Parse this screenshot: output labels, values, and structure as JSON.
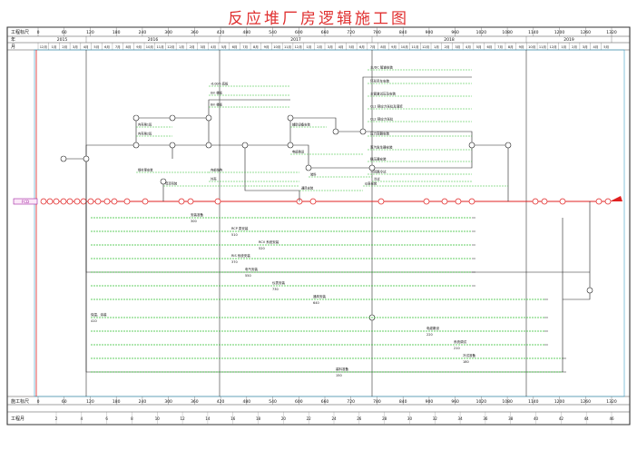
{
  "title": "反应堆厂房逻辑施工图",
  "header": {
    "work_day_label": "工程标尺",
    "year_label": "年",
    "month_label": "月",
    "day_ticks": [
      "0",
      "60",
      "120",
      "180",
      "240",
      "300",
      "360",
      "420",
      "480",
      "540",
      "600",
      "660",
      "720",
      "780",
      "840",
      "900",
      "960",
      "1020",
      "1080",
      "1140",
      "1200",
      "1260",
      "1320"
    ],
    "years": [
      "2015",
      "2016",
      "2017",
      "2018",
      "2019"
    ],
    "months": [
      "12月",
      "1月",
      "2月",
      "3月",
      "4月",
      "5月",
      "6月",
      "7月",
      "8月",
      "9月",
      "10月",
      "11月",
      "12月",
      "1月",
      "2月",
      "3月",
      "4月",
      "5月",
      "6月",
      "7月",
      "8月",
      "9月",
      "10月",
      "11月",
      "12月",
      "1月",
      "2月",
      "3月",
      "4月",
      "5月",
      "6月",
      "7月",
      "8月",
      "9月",
      "10月",
      "11月",
      "12月",
      "1月",
      "2月",
      "3月",
      "4月",
      "5月",
      "6月",
      "7月",
      "8月",
      "9月",
      "10月",
      "11月",
      "12月",
      "1月",
      "2月",
      "3月",
      "4月",
      "5月"
    ]
  },
  "footer": {
    "work_day_label": "施工标尺",
    "quarter_label": "工程月",
    "quarter_ticks": [
      "2",
      "4",
      "6",
      "8",
      "10",
      "12",
      "14",
      "16",
      "18",
      "20",
      "22",
      "24",
      "26",
      "28",
      "30",
      "32",
      "34",
      "36",
      "38",
      "40",
      "42",
      "44",
      "46"
    ]
  },
  "diagram": {
    "start_label": "FCD",
    "top_labels": [
      "主/DC 管道安装",
      "环形吊车安装",
      "主管道试压及安装",
      "CL1 预应力张拉及灌浆",
      "CL2 预应力张拉",
      "压力容器安装",
      "蒸汽发生器安装",
      "稳压器安装",
      "一回路冷试",
      "热试"
    ],
    "mid_labels": [
      "-6.00m 底板",
      "0m 楼板",
      "8m 楼板",
      "内壳第1段",
      "内壳第2段",
      "钢衬里安装",
      "穹顶吊装",
      "外壳",
      "内部结构",
      "辅助设备安装",
      "电缆敷设",
      "通风安装",
      "仪表安装",
      "冷试",
      "装料"
    ],
    "long_bars": [
      {
        "label": "安装准备",
        "num": "300"
      },
      {
        "label": "RCP 泵安装",
        "num": "510"
      },
      {
        "label": "RCV 系统安装",
        "num": "520"
      },
      {
        "label": "RIS 系统安装",
        "num": "370"
      },
      {
        "label": "电气安装",
        "num": "550"
      },
      {
        "label": "仪表安装",
        "num": "730"
      },
      {
        "label": "通风安装",
        "num": "640"
      },
      {
        "label": "保温、涂装",
        "num": "410"
      },
      {
        "label": "电缆敷设",
        "num": "220"
      },
      {
        "label": "系统调试",
        "num": "210"
      },
      {
        "label": "冷试准备",
        "num": "180"
      },
      {
        "label": "装料准备",
        "num": "150"
      }
    ]
  }
}
